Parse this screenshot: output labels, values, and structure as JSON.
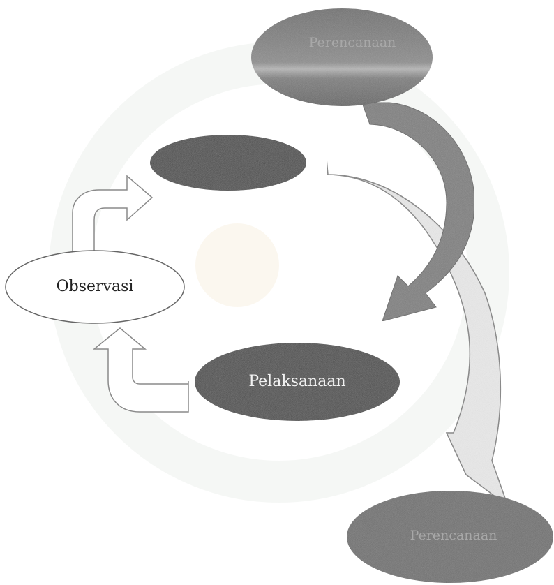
{
  "nodes": {
    "perencanaan_top": {
      "label": "Perencanaan",
      "color": "#6e6e6e"
    },
    "refleksi": {
      "label": "",
      "color": "#404040"
    },
    "observasi": {
      "label": "Observasi",
      "color": "#ffffff"
    },
    "pelaksanaan": {
      "label": "Pelaksanaan",
      "color": "#3f3f3f"
    },
    "perencanaan_bottom": {
      "label": "Perencanaan",
      "color": "#6a6a6a"
    }
  },
  "arrows": {
    "dark_arrow_color": "#7a7a7a",
    "light_arrow_color": "#ececec",
    "outline_color": "#7d7d7d"
  }
}
